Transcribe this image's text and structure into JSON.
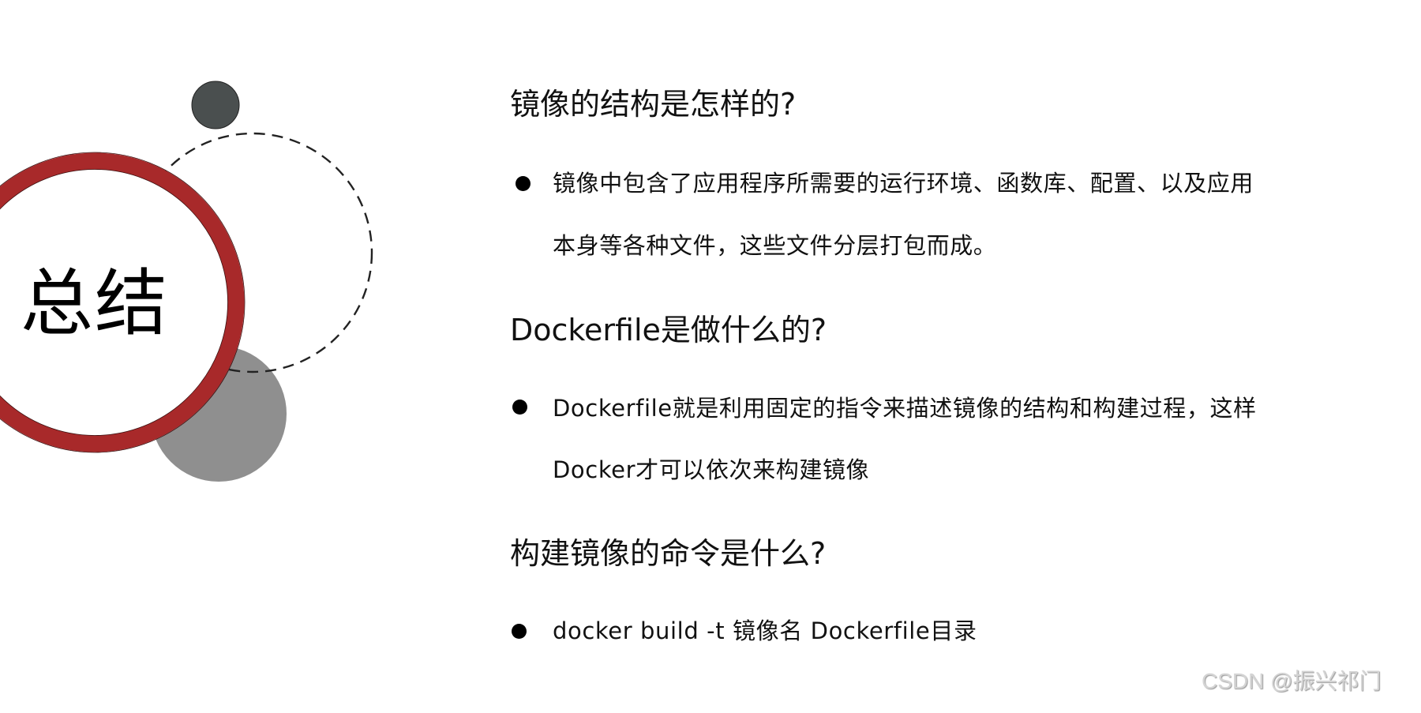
{
  "slide": {
    "title": "总结",
    "sections": [
      {
        "heading": "镜像的结构是怎样的?",
        "bullets": [
          [
            "镜像中包含了应用程序所需要的运行环境、函数库、配置、以及应用",
            "本身等各种文件，这些文件分层打包而成。"
          ]
        ]
      },
      {
        "heading": "Dockerfile是做什么的?",
        "bullets": [
          [
            "Dockerfile就是利用固定的指令来描述镜像的结构和构建过程，这样",
            "Docker才可以依次来构建镜像"
          ]
        ]
      },
      {
        "heading": "构建镜像的命令是什么?",
        "bullets": [
          [
            "docker build -t 镜像名 Dockerfile目录"
          ]
        ]
      }
    ]
  },
  "watermark": "CSDN @振兴祁门",
  "colors": {
    "ring_red": "#a8292a",
    "dark_dot": "#4a4f4f",
    "gray_circle": "#8f8f8f",
    "dashed_stroke": "#222222"
  },
  "icons": {
    "bullet": "filled-circle",
    "decor": [
      "dark-dot-circle",
      "dashed-circle",
      "red-ring-circle",
      "gray-filled-circle"
    ]
  }
}
